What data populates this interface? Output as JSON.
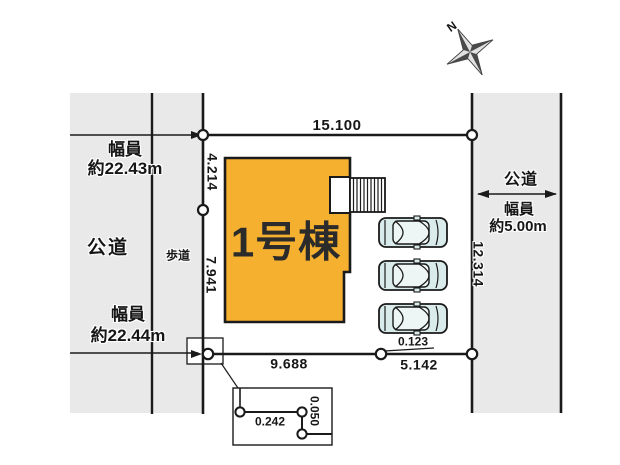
{
  "colors": {
    "building": "#F5B02F",
    "road": "#E9E9E9",
    "car_body": "#D9ECEB",
    "car_cabin": "#EDF6F5",
    "line": "#1A1A1A"
  },
  "compass": {
    "north_label": "N"
  },
  "building": {
    "name_label": "1号棟"
  },
  "left_road": {
    "name": "公道",
    "sidewalk_label": "歩道",
    "width_caption_upper": {
      "line1": "幅員",
      "line2": "約22.43m"
    },
    "width_caption_lower": {
      "line1": "幅員",
      "line2": "約22.44m"
    }
  },
  "right_road": {
    "name": "公道",
    "width_caption": {
      "line1": "幅員",
      "line2": "約5.00m"
    }
  },
  "dimensions": {
    "top_edge": "15.100",
    "left_upper": "4.214",
    "left_lower": "7.941",
    "right_edge": "12.314",
    "bottom_main": "9.688",
    "bottom_offset": "0.123",
    "bottom_right": "5.142",
    "detail_width": "0.242",
    "detail_height": "0.050"
  },
  "parking": {
    "car_count": 3
  }
}
